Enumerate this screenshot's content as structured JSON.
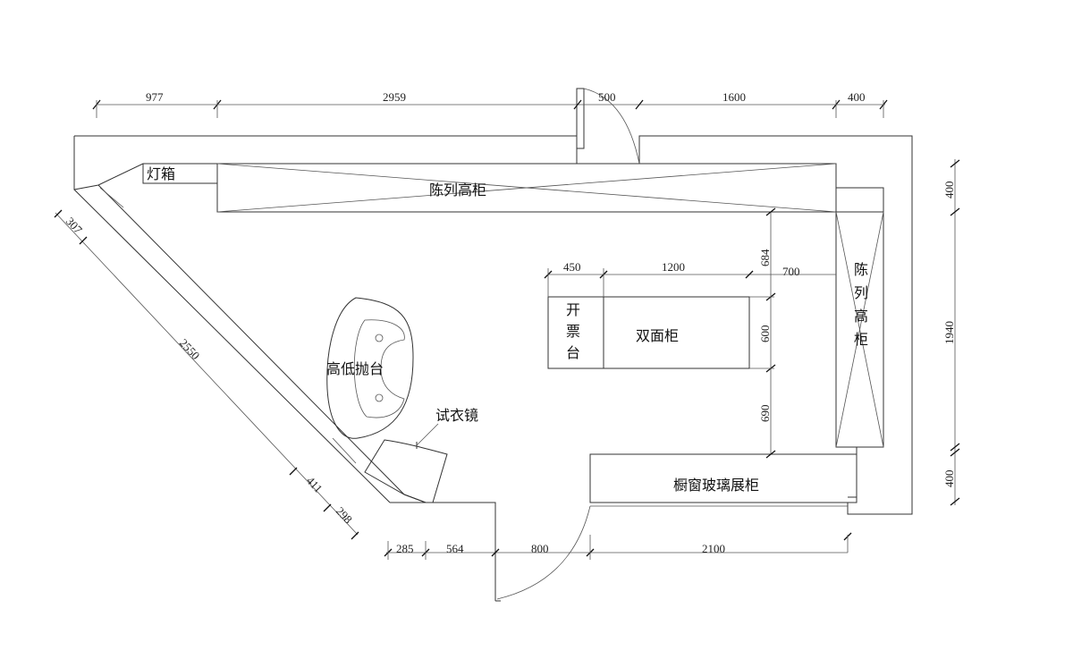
{
  "labels": {
    "light_box": "灯箱",
    "tall_display_top": "陈列高柜",
    "tall_display_right": [
      "陈",
      "列",
      "高",
      "柜"
    ],
    "ticket_counter": [
      "开",
      "票",
      "台"
    ],
    "double_cabinet": "双面柜",
    "display_table": "高低抛台",
    "fitting_mirror": "试衣镜",
    "window_cabinet": "橱窗玻璃展柜"
  },
  "dims": {
    "top": [
      "977",
      "2959",
      "500",
      "1600",
      "400"
    ],
    "right": [
      "400",
      "1940",
      "400"
    ],
    "bottom": [
      "285",
      "564",
      "800",
      "2100"
    ],
    "diagonal": [
      "307",
      "2550",
      "411",
      "298"
    ],
    "cabinet_top": [
      "450",
      "1200",
      "700"
    ],
    "cabinet_vertical": [
      "684",
      "600",
      "690"
    ]
  }
}
